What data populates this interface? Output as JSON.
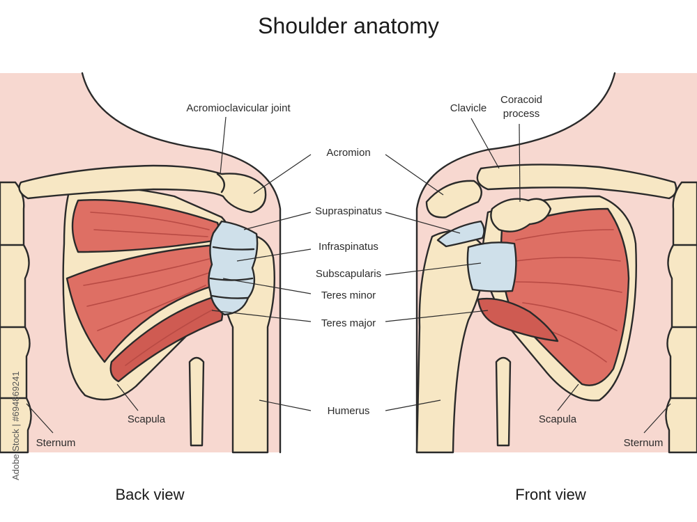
{
  "title": "Shoulder anatomy",
  "views": {
    "back": "Back view",
    "front": "Front view"
  },
  "labels": {
    "acromioclavicular_joint": "Acromioclavicular joint",
    "acromion": "Acromion",
    "supraspinatus": "Supraspinatus",
    "infraspinatus": "Infraspinatus",
    "subscapularis": "Subscapularis",
    "teres_minor": "Teres minor",
    "teres_major": "Teres major",
    "humerus": "Humerus",
    "scapula_back": "Scapula",
    "scapula_front": "Scapula",
    "sternum_back": "Sternum",
    "sternum_front": "Sternum",
    "clavicle": "Clavicle",
    "coracoid_process": [
      "Coracoid",
      "process"
    ]
  },
  "stock_id": "Adobe Stock | #694869241",
  "colors": {
    "bone": "#f7e7c4",
    "muscle": "#de6f64",
    "tendon": "#cfe0ea",
    "skin": "#f7d8d0"
  }
}
